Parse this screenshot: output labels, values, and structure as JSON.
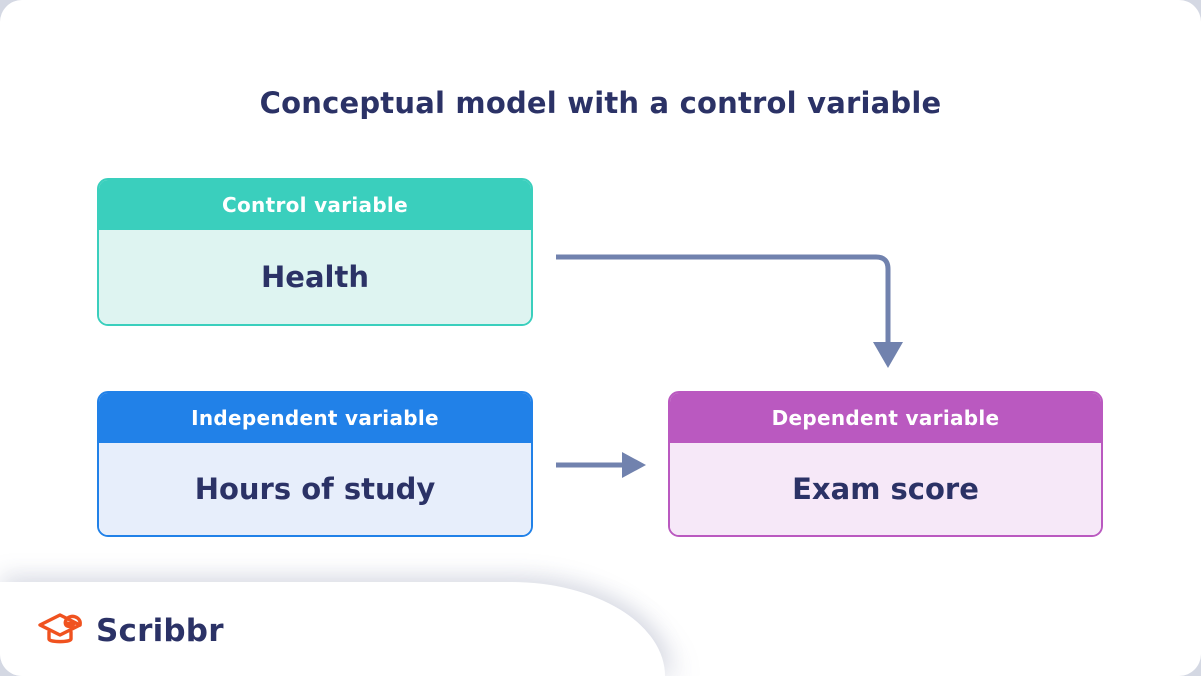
{
  "colors": {
    "page_background": "#D4D8E3",
    "card_background": "#FFFFFF",
    "navy_text": "#2B3266",
    "arrow": "#7182AE",
    "logo_orange": "#F0521F"
  },
  "title": "Conceptual model with a control variable",
  "diagram": {
    "control_box": {
      "header": "Control variable",
      "value": "Health",
      "header_color": "#3ACFBD",
      "body_color": "#DEF4F1"
    },
    "independent_box": {
      "header": "Independent variable",
      "value": "Hours of study",
      "header_color": "#2181E8",
      "body_color": "#E7EEFB"
    },
    "dependent_box": {
      "header": "Dependent variable",
      "value": "Exam score",
      "header_color": "#BA59C0",
      "body_color": "#F6E8F8"
    },
    "relationships": [
      "Control variable (Health) -> Dependent variable (Exam score)",
      "Independent variable (Hours of study) -> Dependent variable (Exam score)"
    ]
  },
  "footer": {
    "logo_text": "Scribbr"
  }
}
